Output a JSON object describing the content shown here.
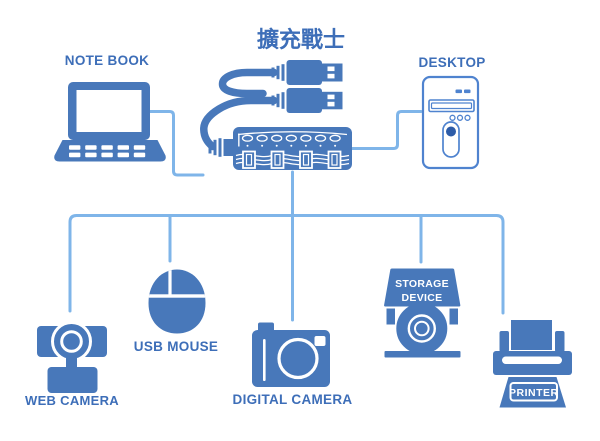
{
  "title": {
    "text": "擴充戰士"
  },
  "hub": {
    "led_count": 7,
    "port_count": 4,
    "uplink_plug_count": 2
  },
  "devices": {
    "notebook": {
      "label": "NOTE BOOK"
    },
    "desktop": {
      "label": "DESKTOP"
    },
    "web_camera": {
      "label": "WEB CAMERA"
    },
    "usb_mouse": {
      "label": "USB MOUSE"
    },
    "digital_camera": {
      "label": "DIGITAL CAMERA"
    },
    "storage_device": {
      "label_line1": "STORAGE",
      "label_line2": "DEVICE"
    },
    "printer": {
      "label": "PRINTER"
    }
  },
  "colors": {
    "icon_fill": "#4878ba",
    "label_text": "#3d6eb8",
    "connector_line": "#7fb5e9",
    "outline_stroke": "#4f83cf",
    "power_dot": "#2d5ca8",
    "background": "#ffffff"
  }
}
